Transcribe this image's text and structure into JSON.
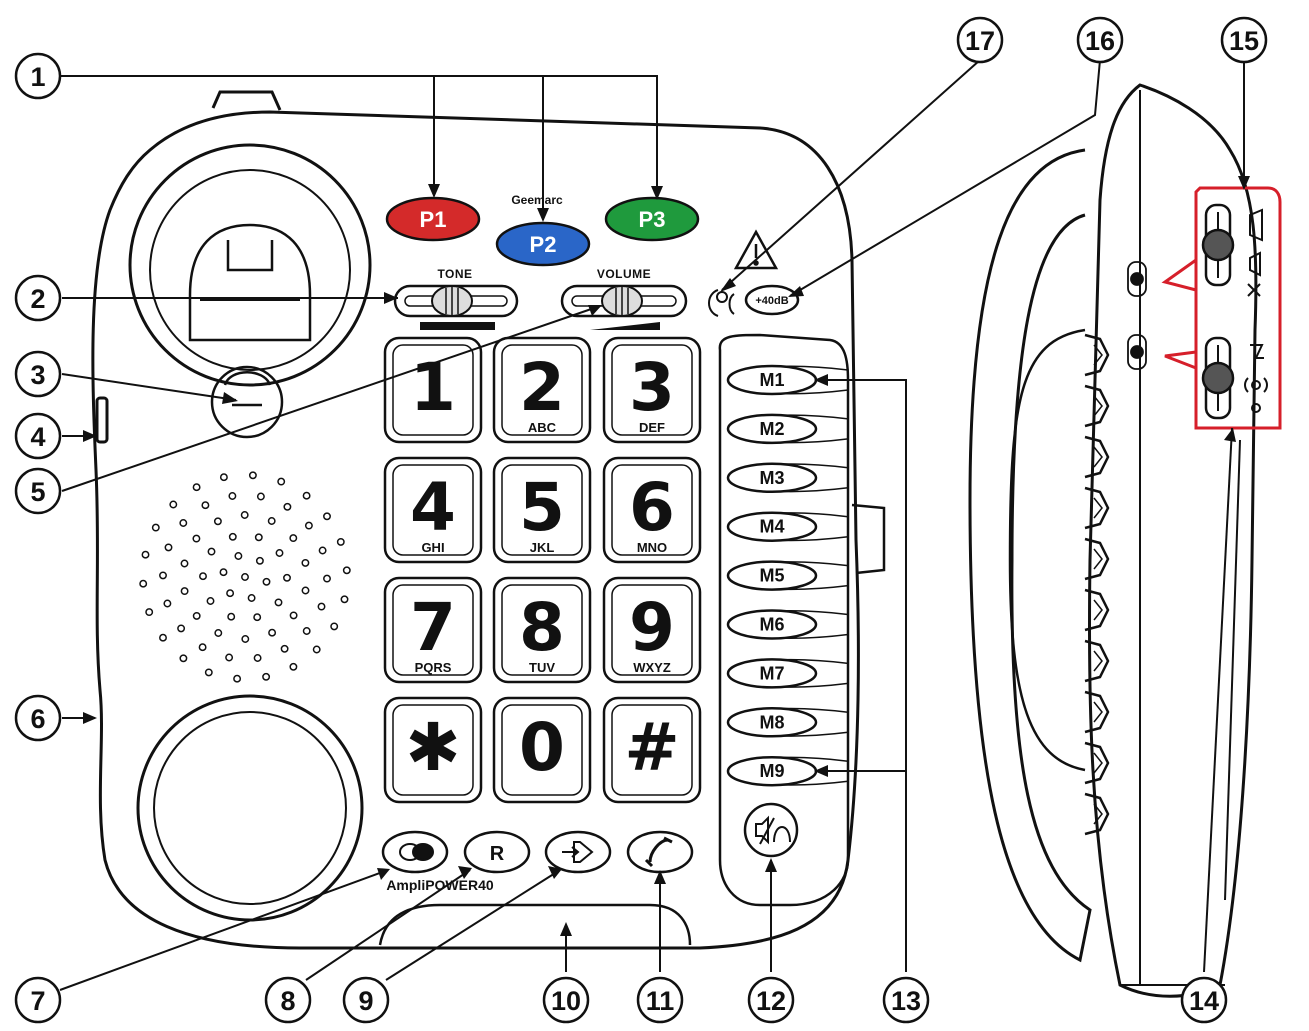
{
  "brand": "Geemarc",
  "model": "AmpliPOWER40",
  "colors": {
    "p1": "#d42a2a",
    "p2": "#2a66c8",
    "p3": "#1f9a3d",
    "highlight": "#d61f2a",
    "line": "#111111"
  },
  "speed_dial": [
    {
      "label": "P1"
    },
    {
      "label": "P2"
    },
    {
      "label": "P3"
    }
  ],
  "sliders": {
    "tone": "TONE",
    "volume": "VOLUME"
  },
  "boost_label": "+40dB",
  "keypad": [
    {
      "digit": "1",
      "letters": ""
    },
    {
      "digit": "2",
      "letters": "ABC"
    },
    {
      "digit": "3",
      "letters": "DEF"
    },
    {
      "digit": "4",
      "letters": "GHI"
    },
    {
      "digit": "5",
      "letters": "JKL"
    },
    {
      "digit": "6",
      "letters": "MNO"
    },
    {
      "digit": "7",
      "letters": "PQRS"
    },
    {
      "digit": "8",
      "letters": "TUV"
    },
    {
      "digit": "9",
      "letters": "WXYZ"
    },
    {
      "digit": "✱",
      "letters": ""
    },
    {
      "digit": "0",
      "letters": ""
    },
    {
      "digit": "#",
      "letters": ""
    }
  ],
  "memory": [
    "M1",
    "M2",
    "M3",
    "M4",
    "M5",
    "M6",
    "M7",
    "M8",
    "M9"
  ],
  "function_buttons": {
    "recall": "R"
  },
  "icons": {
    "boost": "amplify-toggle-icon",
    "recall": "r-letter",
    "redial": "redial-arrow-icon",
    "handsfree": "handset-icon",
    "speaker_headset": "speaker-headset-icon",
    "warning": "warning-triangle-icon",
    "ringer": "bell-icon",
    "ringer_off": "bell-off-icon",
    "visual_ring": "ring-indicator-icon"
  },
  "callouts": [
    "1",
    "2",
    "3",
    "4",
    "5",
    "6",
    "7",
    "8",
    "9",
    "10",
    "11",
    "12",
    "13",
    "14",
    "15",
    "16",
    "17"
  ]
}
